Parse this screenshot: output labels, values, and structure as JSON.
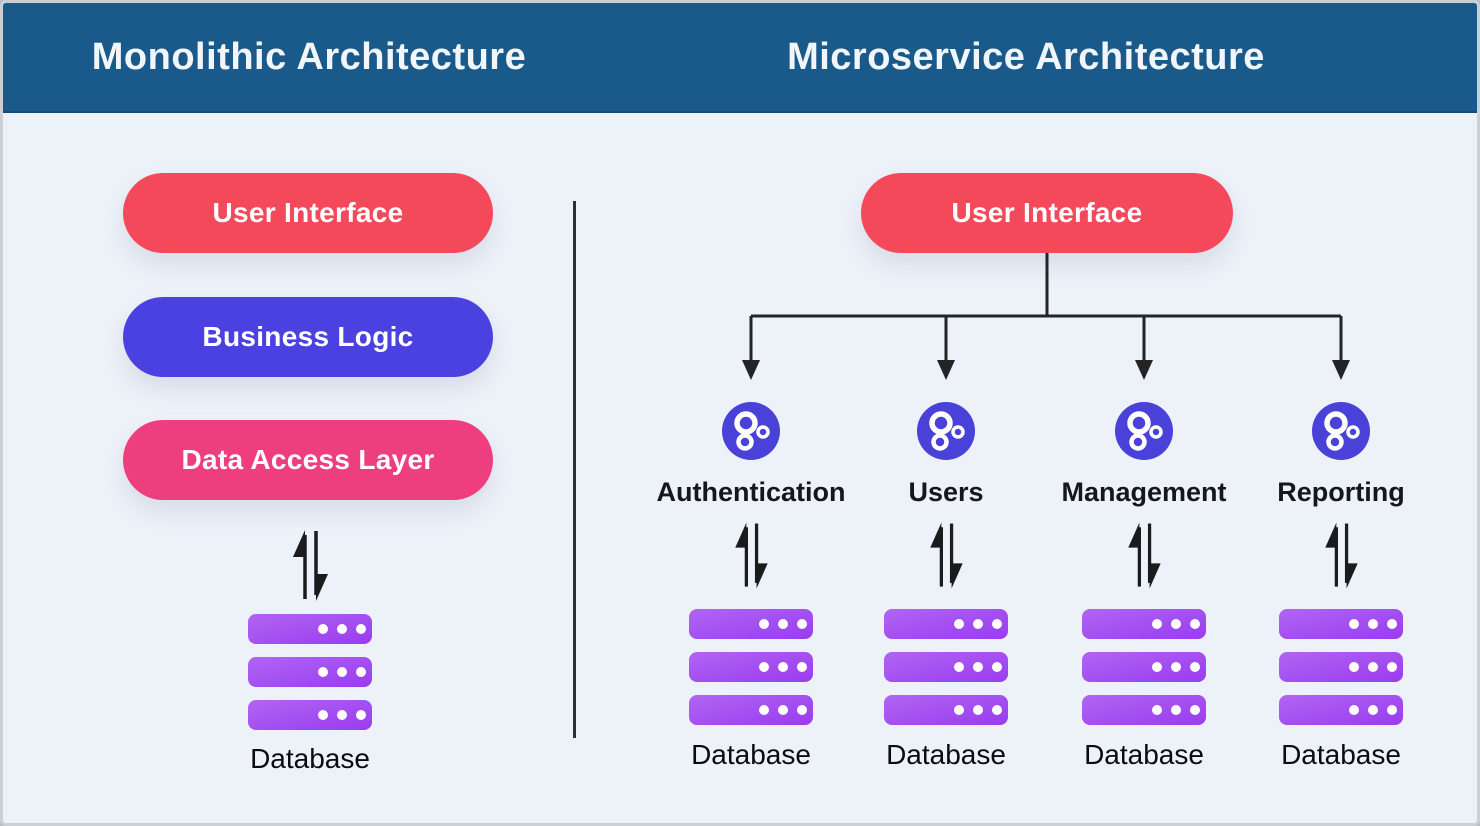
{
  "header": {
    "left_title": "Monolithic Architecture",
    "right_title": "Microservice Architecture"
  },
  "monolith": {
    "layers": [
      {
        "label": "User Interface",
        "color": "#f4495a"
      },
      {
        "label": "Business Logic",
        "color": "#4b41e0"
      },
      {
        "label": "Data Access Layer",
        "color": "#ee3e7d"
      }
    ],
    "database_label": "Database"
  },
  "microservices": {
    "ui_label": "User Interface",
    "ui_color": "#f4495a",
    "services": [
      {
        "name": "Authentication",
        "database_label": "Database"
      },
      {
        "name": "Users",
        "database_label": "Database"
      },
      {
        "name": "Management",
        "database_label": "Database"
      },
      {
        "name": "Reporting",
        "database_label": "Database"
      }
    ]
  },
  "icons": {
    "sync_arrows": "bidirectional-sync-arrows",
    "database": "server-stack",
    "service": "gears-circle"
  },
  "colors": {
    "header_bg": "#1a5a8a",
    "canvas_bg": "#edf2f9",
    "ui_pill": "#f4495a",
    "business_logic_pill": "#4b41e0",
    "data_access_pill": "#ee3e7d",
    "database_icon_from": "#b065f2",
    "database_icon_to": "#9a3cf0",
    "service_icon_bg": "#4a42d8",
    "connector": "#232426"
  }
}
